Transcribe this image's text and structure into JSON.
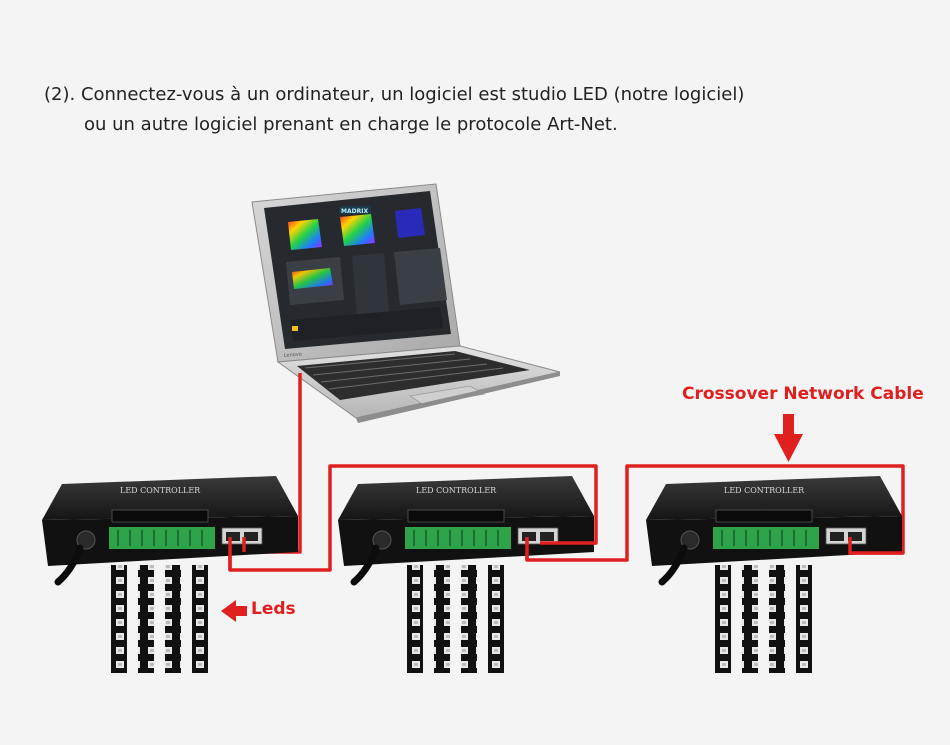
{
  "intro": {
    "line1": "(2). Connectez-vous à un ordinateur, un logiciel est studio LED (notre logiciel)",
    "line2": "ou un autre logiciel prenant en charge le protocole Art-Net."
  },
  "laptop": {
    "screen_logo": "MADRIX",
    "brand": "Lenovo"
  },
  "controllers": [
    {
      "label": "LED CONTROLLER"
    },
    {
      "label": "LED CONTROLLER"
    },
    {
      "label": "LED CONTROLLER"
    }
  ],
  "callouts": {
    "cable": "Crossover Network Cable",
    "leds": "Leds"
  },
  "colors": {
    "cable": "#e01f1f",
    "controller_body": "#1c1c1c",
    "terminal": "#2fa34a"
  }
}
